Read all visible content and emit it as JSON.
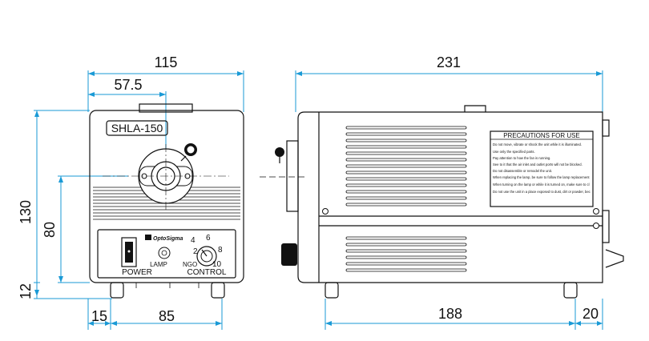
{
  "front_view": {
    "model_label": "SHLA-150",
    "brand": "OptoSigma",
    "switch_label": "POWER",
    "lamp_label": "LAMP",
    "knob_label": "CONTROL",
    "knob_scale": [
      "2",
      "4",
      "6",
      "8",
      "10"
    ],
    "knob_min": "NGO"
  },
  "side_view": {
    "precautions_title": "PRECAUTIONS FOR USE",
    "precautions_text": [
      "Do not move, vibrate or shock the unit while it is illuminated.",
      "Use only the specified parts.",
      "Pay attention to how the fan is running.",
      "See to it that the air inlet and outlet ports will not be blocked.",
      "Do not disassemble or remodel the unit.",
      "When replacing the lamp, be sure to follow the lamp replacement method described in the instruction manual.",
      "When turning on the lamp or while it is turned on, make sure to close the lamp house opening / closing cover.",
      "Do not use the unit in a place exposed to dust, dirt or powder, because such an environment could shorten the life of the lamp or lead to a trouble of the unit."
    ]
  },
  "dimensions": {
    "overall_width": "115",
    "half_width": "57.5",
    "overall_length": "231",
    "overall_height": "130",
    "center_height": "80",
    "foot_height": "12",
    "foot_offset": "15",
    "foot_spacing_front": "85",
    "foot_spacing_side": "188",
    "rear_offset": "20"
  }
}
